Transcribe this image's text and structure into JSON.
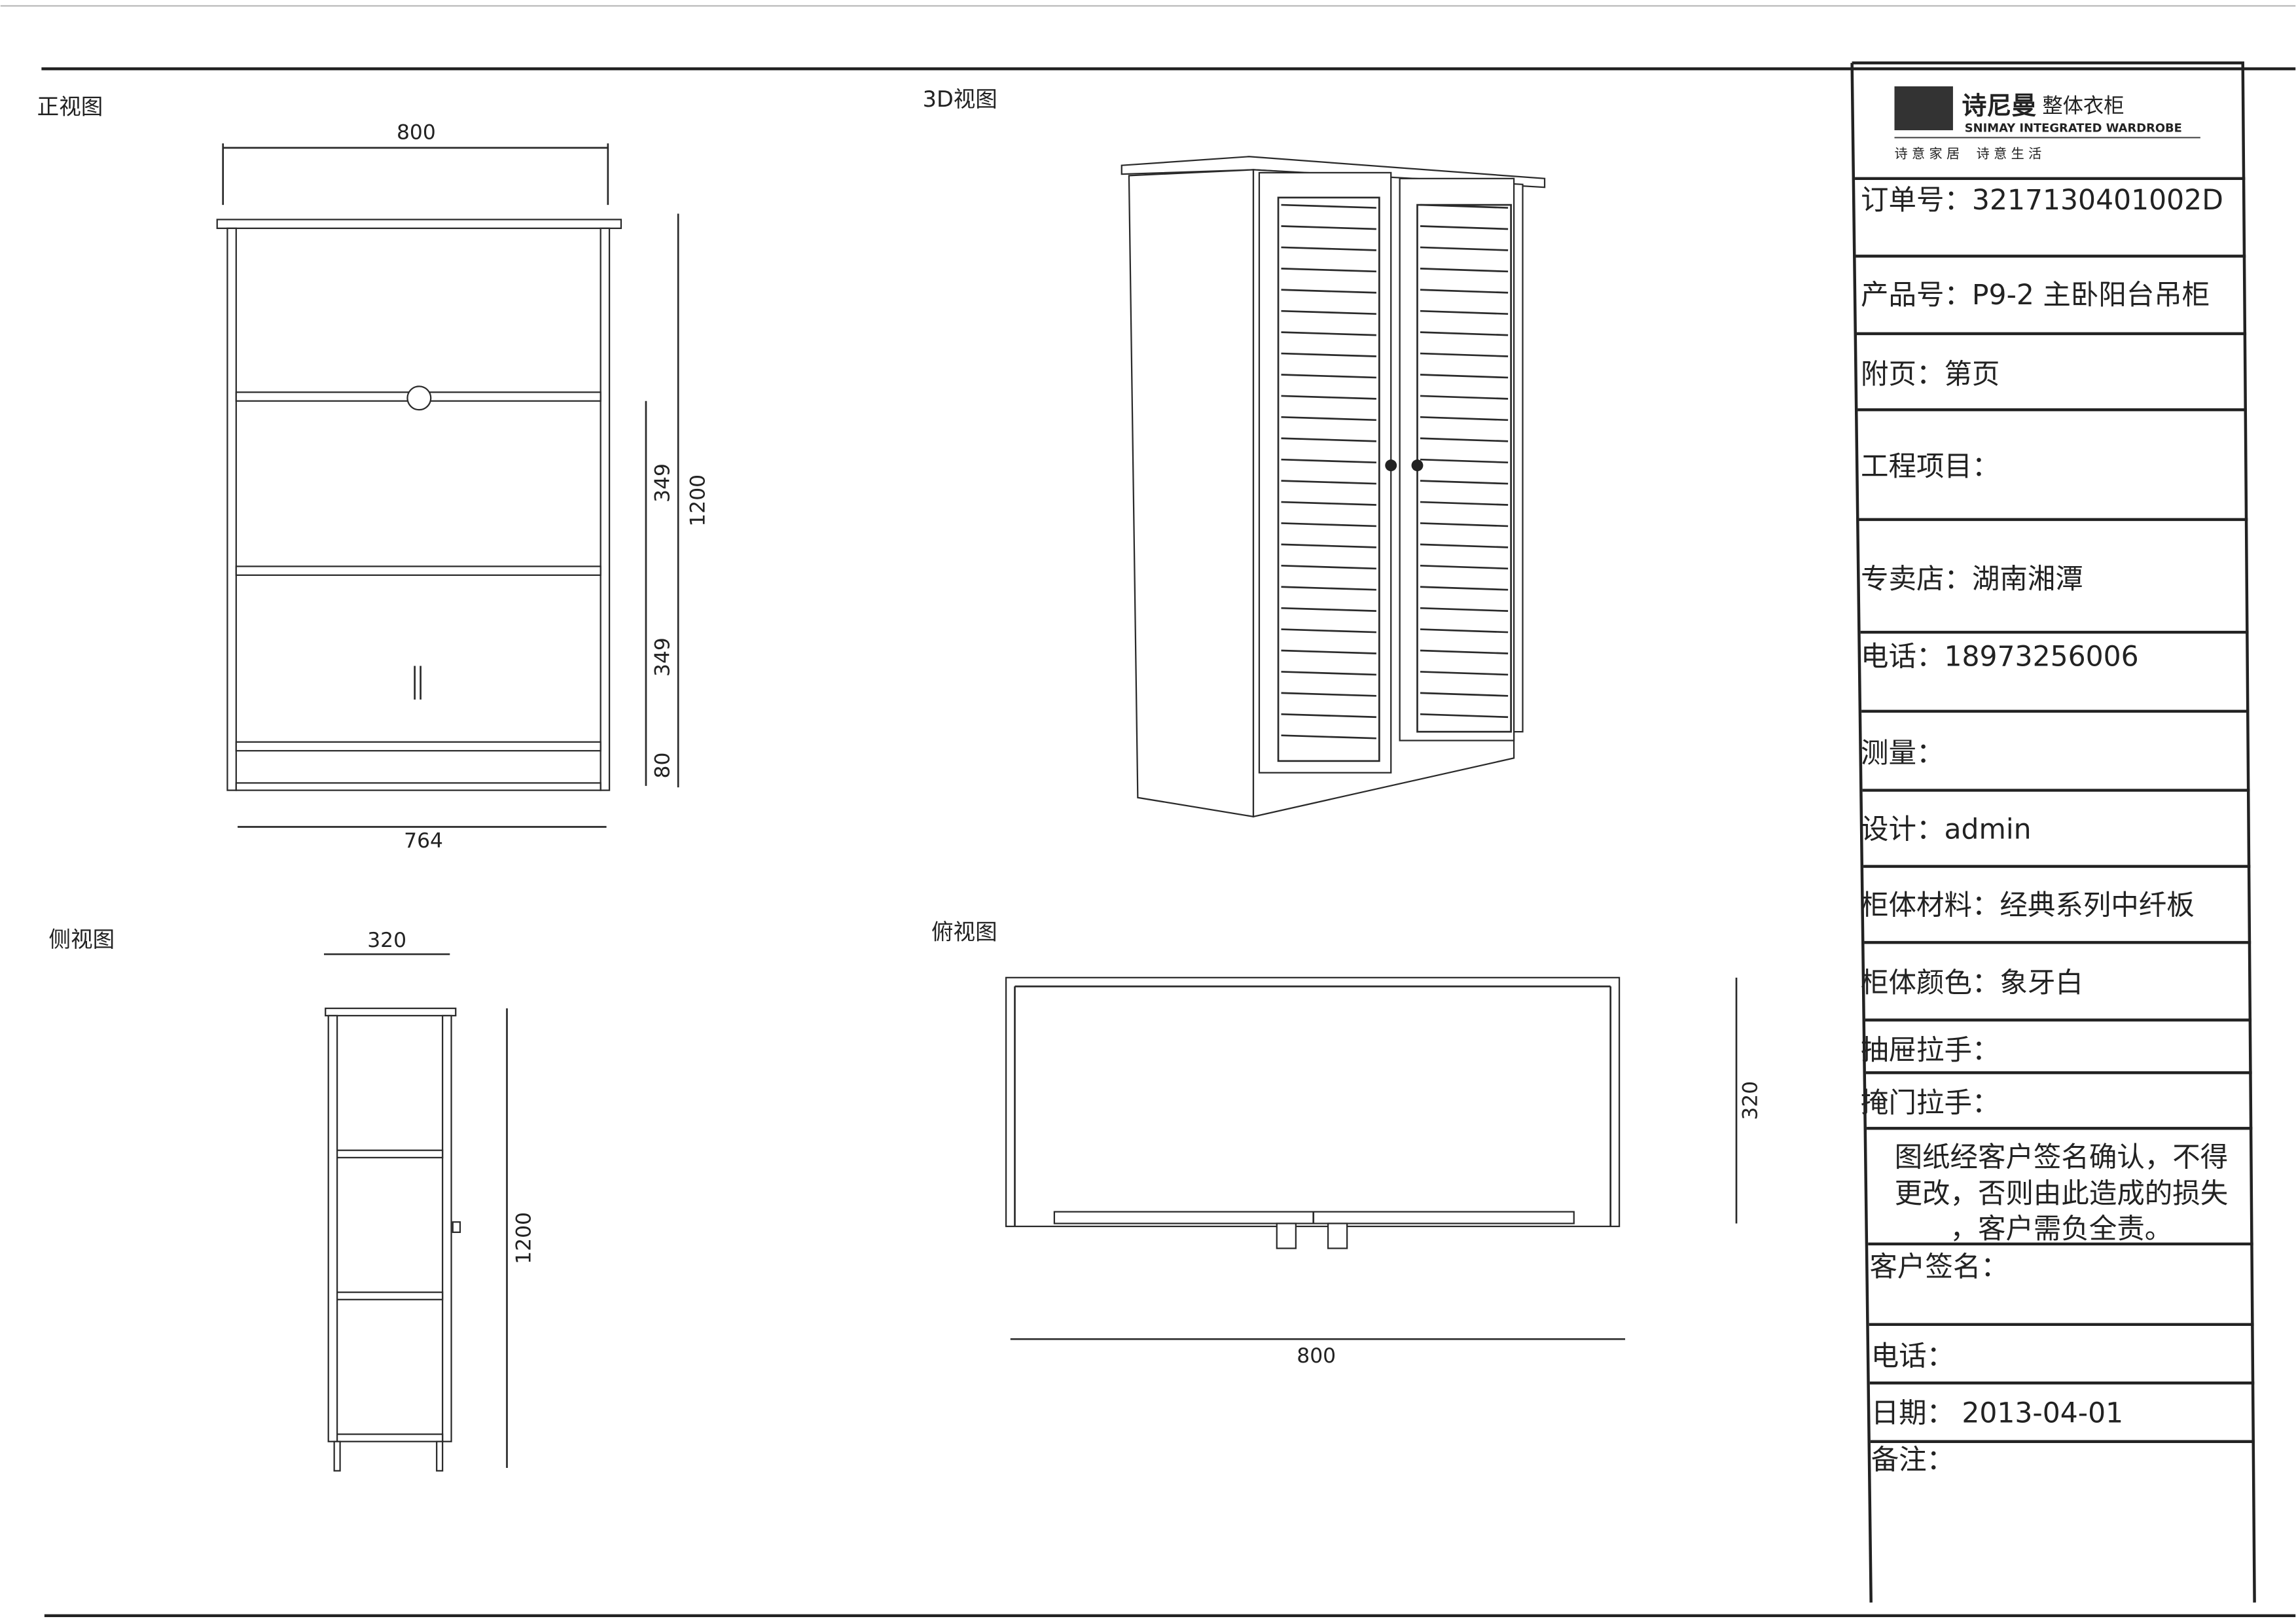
{
  "views": {
    "front": {
      "label": "正视图",
      "dims": {
        "width_top": "800",
        "height": "1200",
        "shelf1": "349",
        "shelf2": "349",
        "base": "80",
        "width_bottom": "764"
      }
    },
    "perspective": {
      "label": "3D视图"
    },
    "side": {
      "label": "侧视图",
      "dims": {
        "depth": "320",
        "height": "1200"
      }
    },
    "top": {
      "label": "俯视图",
      "dims": {
        "depth": "320",
        "width": "800"
      }
    }
  },
  "logo": {
    "brand": "诗尼曼",
    "subtitle": "整体衣柜",
    "english": "SNIMAY INTEGRATED WARDROBE",
    "slogan": "诗 意 家 居    诗 意 生 活"
  },
  "title_block": {
    "rows": [
      {
        "label": "订单号：",
        "value": "3217130401002D"
      },
      {
        "label": "产品号：",
        "value": "P9-2 主卧阳台吊柜"
      },
      {
        "label": "附页：",
        "value": "第页"
      },
      {
        "label": "工程项目：",
        "value": ""
      },
      {
        "label": "专卖店：",
        "value": "湖南湘潭"
      },
      {
        "label": "电话：",
        "value": "18973256006"
      },
      {
        "label": "测量：",
        "value": ""
      },
      {
        "label": "设计：",
        "value": "admin"
      },
      {
        "label": "柜体材料：",
        "value": "经典系列中纤板"
      },
      {
        "label": "柜体颜色：",
        "value": "象牙白"
      },
      {
        "label": "抽屉拉手：",
        "value": ""
      },
      {
        "label": "掩门拉手：",
        "value": ""
      }
    ],
    "notice": [
      "图纸经客户签名确认，不得",
      "更改，否则由此造成的损失",
      "，客户需负全责。"
    ],
    "customer_signature": "客户签名：",
    "phone": "电话：",
    "date_label": "日期：",
    "date_value": "2013-04-01",
    "remarks": "备注："
  }
}
